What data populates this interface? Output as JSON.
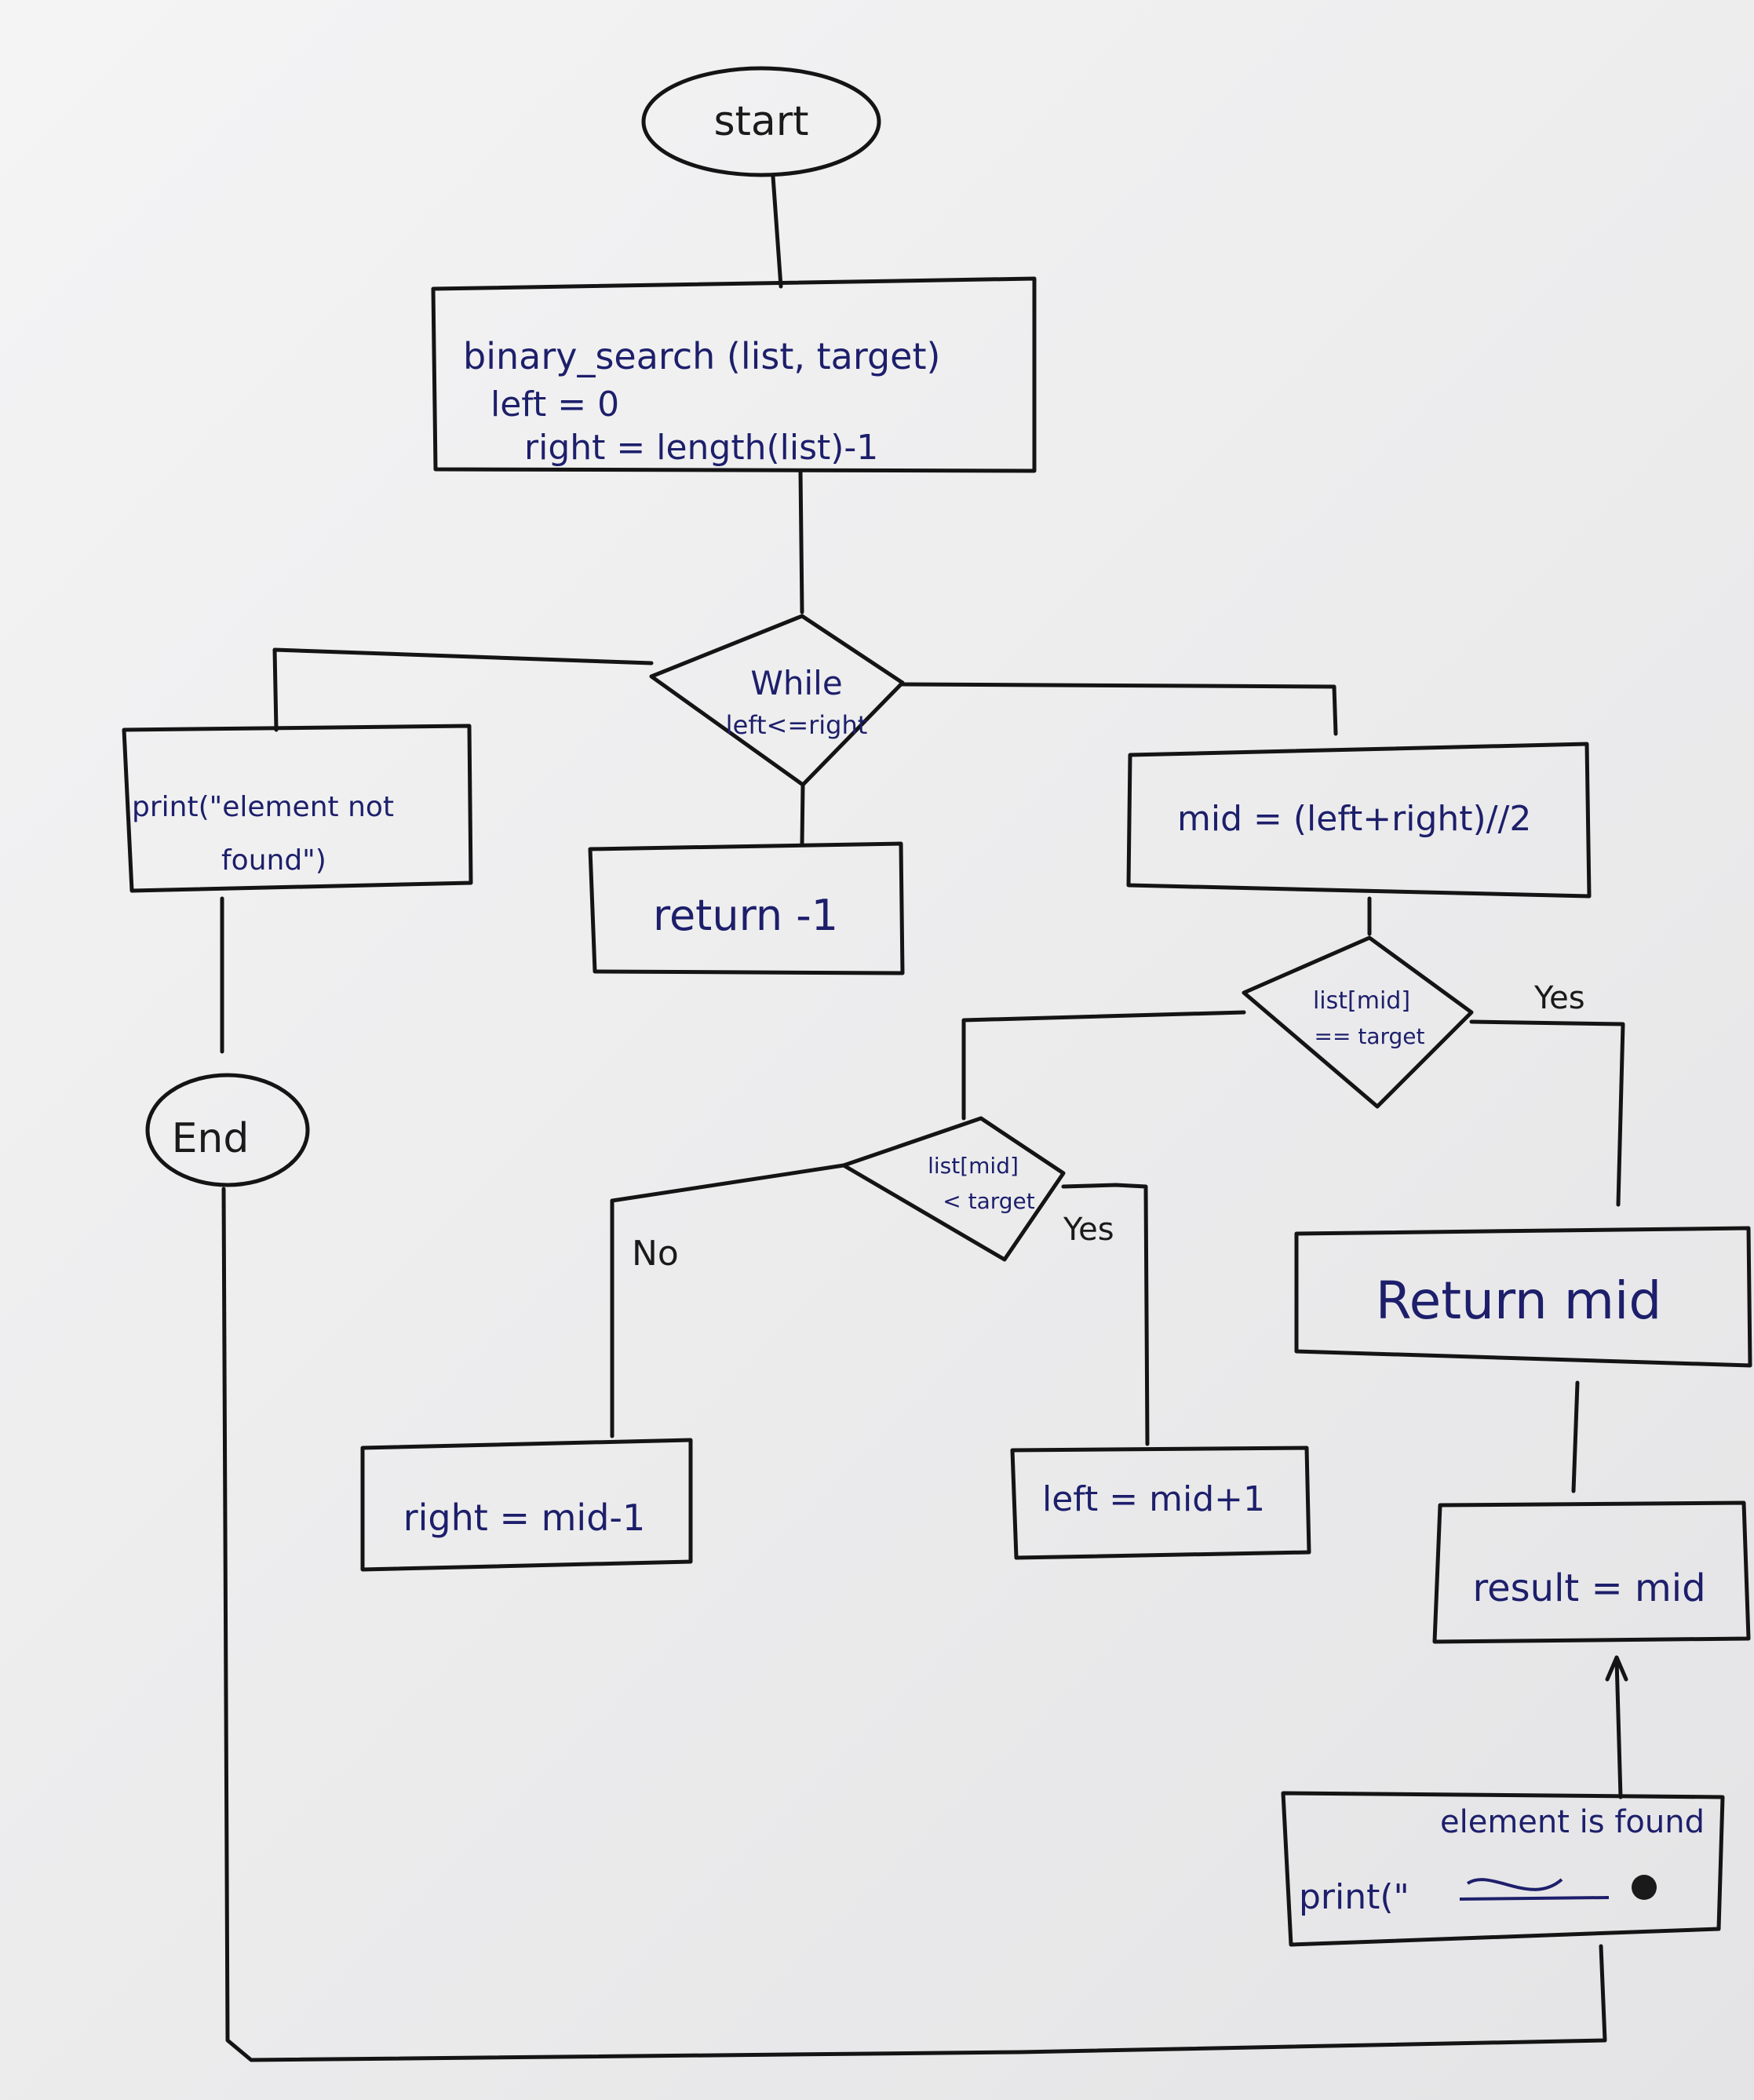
{
  "diagram": {
    "nodes": {
      "start": "start",
      "init_line1": "binary_search (list, target)",
      "init_line2": "left = 0",
      "init_line3": "right = length(list)-1",
      "while_line1": "While",
      "while_line2": "left<=right",
      "not_found_line1": "print(\"element not",
      "not_found_line2": "found\")",
      "return_neg": "return -1",
      "mid_calc": "mid = (left+right)//2",
      "eq_check_line1": "list[mid]",
      "eq_check_line2": "== target",
      "lt_check_line1": "list[mid]",
      "lt_check_line2": "< target",
      "return_mid": "Return mid",
      "right_update": "right = mid-1",
      "left_update": "left = mid+1",
      "result_assign": "result = mid",
      "print_found_over": "element is found",
      "print_found": "print(\"",
      "end": "End"
    },
    "edge_labels": {
      "eq_yes": "Yes",
      "lt_no": "No",
      "lt_yes": "Yes"
    },
    "colors": {
      "paper": "#efeff0",
      "outline_ink": "#141414",
      "text_ink": "#1d1f6b"
    }
  }
}
